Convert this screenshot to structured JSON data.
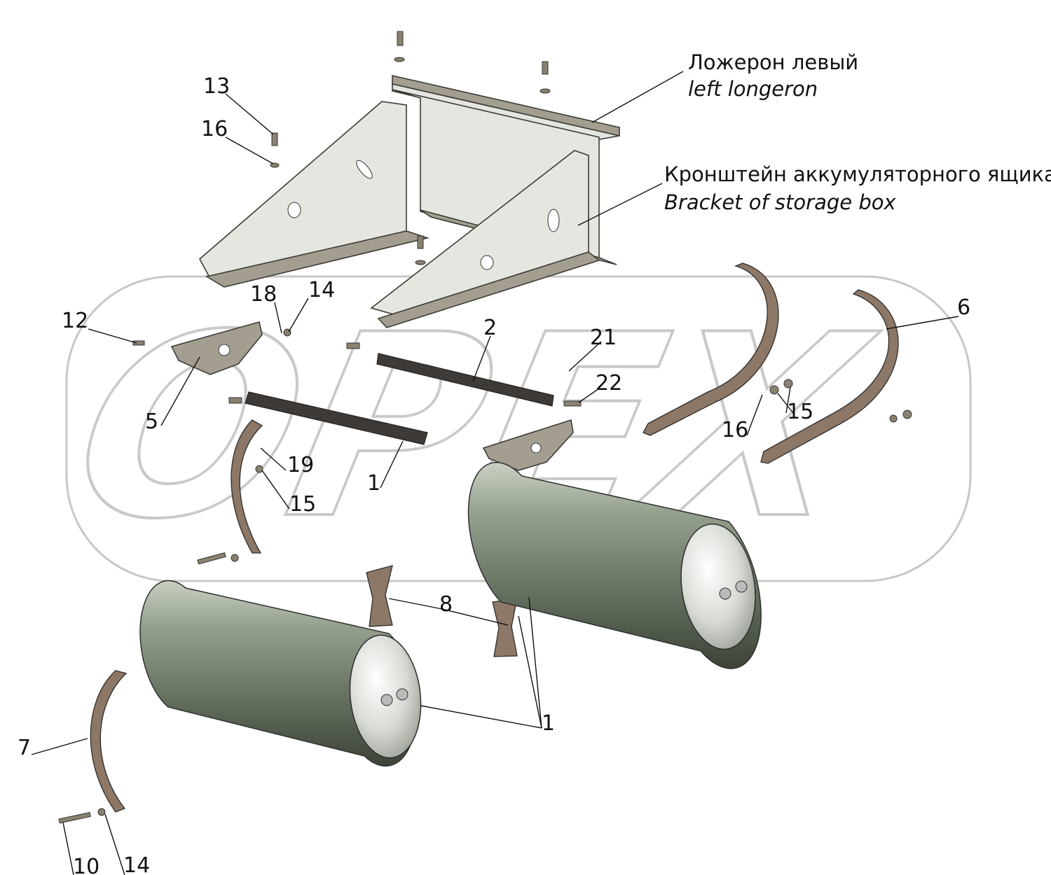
{
  "watermark": {
    "text": "OPEX"
  },
  "captions": {
    "longeron_ru": "Ложерон левый",
    "longeron_en": "left longeron",
    "bracket_ru": "Кронштейн аккумуляторного ящика",
    "bracket_en": "Bracket of storage box"
  },
  "callouts": {
    "c13": "13",
    "c16a": "16",
    "c18": "18",
    "c14a": "14",
    "c12": "12",
    "c2": "2",
    "c21": "21",
    "c6": "6",
    "c22": "22",
    "c16b": "16",
    "c15a": "15",
    "c5": "5",
    "c19": "19",
    "c1a": "1",
    "c15b": "15",
    "c8": "8",
    "c1b": "1",
    "c7": "7",
    "c10": "10",
    "c14b": "14"
  },
  "colors": {
    "tank": "#7e8a76",
    "plate": "#e4e6df",
    "strap": "#8d7766"
  }
}
